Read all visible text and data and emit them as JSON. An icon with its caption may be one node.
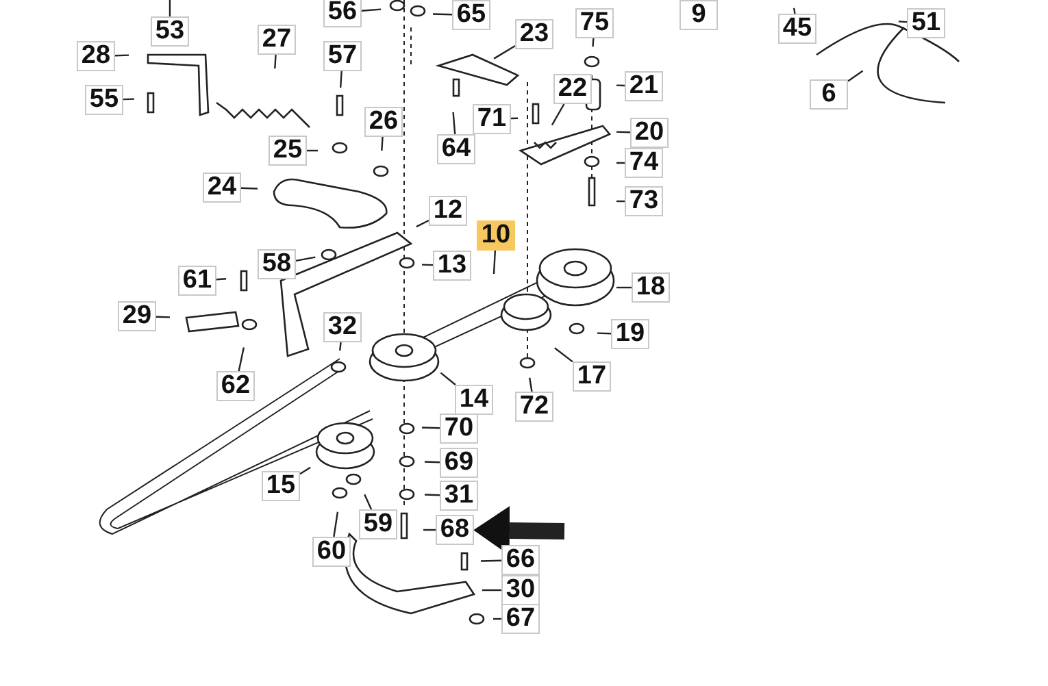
{
  "diagram": {
    "nodes": [
      {
        "text": [
          "56"
        ]
      },
      {
        "text": [
          "53"
        ]
      },
      {
        "text": [
          "65"
        ]
      },
      {
        "text": [
          "75"
        ]
      },
      {
        "text": [
          "9"
        ]
      },
      {
        "text": [
          "45"
        ]
      },
      {
        "text": [
          "51"
        ]
      },
      {
        "text": [
          "27"
        ]
      },
      {
        "text": [
          "23"
        ]
      },
      {
        "text": [
          "28"
        ]
      },
      {
        "text": [
          "57"
        ]
      },
      {
        "text": [
          "21"
        ]
      },
      {
        "text": [
          "6"
        ]
      },
      {
        "text": [
          "55"
        ]
      },
      {
        "text": [
          "71"
        ]
      },
      {
        "text": [
          "22"
        ]
      },
      {
        "text": [
          "26"
        ]
      },
      {
        "text": [
          "64"
        ]
      },
      {
        "text": [
          "20"
        ]
      },
      {
        "text": [
          "25"
        ]
      },
      {
        "text": [
          "74"
        ]
      },
      {
        "text": [
          "24"
        ]
      },
      {
        "text": [
          "73"
        ]
      },
      {
        "text": [
          "12"
        ]
      },
      {
        "text": [
          "10"
        ]
      },
      {
        "text": [
          "13"
        ]
      },
      {
        "text": [
          "58"
        ]
      },
      {
        "text": [
          "18"
        ]
      },
      {
        "text": [
          "61"
        ]
      },
      {
        "text": [
          "29"
        ]
      },
      {
        "text": [
          "32"
        ]
      },
      {
        "text": [
          "19"
        ]
      },
      {
        "text": [
          "62"
        ]
      },
      {
        "text": [
          "17"
        ]
      },
      {
        "text": [
          "14"
        ]
      },
      {
        "text": [
          "72"
        ]
      },
      {
        "text": [
          "70"
        ]
      },
      {
        "text": [
          "15"
        ]
      },
      {
        "text": [
          "69"
        ]
      },
      {
        "text": [
          "59"
        ]
      },
      {
        "text": [
          "31"
        ]
      },
      {
        "text": [
          "68"
        ]
      },
      {
        "text": [
          "60"
        ]
      },
      {
        "text": [
          "66"
        ]
      },
      {
        "text": [
          "30"
        ]
      },
      {
        "text": [
          "67"
        ]
      }
    ],
    "edges": [
      {
        "from": 0,
        "to": null,
        "arrow": "none"
      },
      {
        "from": 1,
        "to": null,
        "arrow": "none"
      },
      {
        "from": 2,
        "to": null,
        "arrow": "none"
      },
      {
        "from": 3,
        "to": null,
        "arrow": "none"
      },
      {
        "from": 5,
        "to": null,
        "arrow": "none"
      },
      {
        "from": 6,
        "to": null,
        "arrow": "none"
      },
      {
        "from": 7,
        "to": null,
        "arrow": "none"
      },
      {
        "from": 8,
        "to": null,
        "arrow": "none"
      },
      {
        "from": 9,
        "to": null,
        "arrow": "none"
      },
      {
        "from": 10,
        "to": null,
        "arrow": "none"
      },
      {
        "from": 11,
        "to": null,
        "arrow": "none"
      },
      {
        "from": 12,
        "to": null,
        "arrow": "none"
      },
      {
        "from": 13,
        "to": null,
        "arrow": "none"
      },
      {
        "from": 14,
        "to": null,
        "arrow": "none"
      },
      {
        "from": 15,
        "to": null,
        "arrow": "none"
      },
      {
        "from": 16,
        "to": null,
        "arrow": "none"
      },
      {
        "from": 17,
        "to": null,
        "arrow": "none"
      },
      {
        "from": 18,
        "to": null,
        "arrow": "none"
      },
      {
        "from": 19,
        "to": null,
        "arrow": "none"
      },
      {
        "from": 20,
        "to": null,
        "arrow": "none"
      },
      {
        "from": 21,
        "to": null,
        "arrow": "none"
      },
      {
        "from": 22,
        "to": null,
        "arrow": "none"
      },
      {
        "from": 23,
        "to": null,
        "arrow": "none"
      },
      {
        "from": 24,
        "to": null,
        "arrow": "none"
      },
      {
        "from": 25,
        "to": null,
        "arrow": "none"
      },
      {
        "from": 26,
        "to": null,
        "arrow": "none"
      },
      {
        "from": 27,
        "to": null,
        "arrow": "none"
      },
      {
        "from": 28,
        "to": null,
        "arrow": "none"
      },
      {
        "from": 29,
        "to": null,
        "arrow": "none"
      },
      {
        "from": 30,
        "to": null,
        "arrow": "none"
      },
      {
        "from": 31,
        "to": null,
        "arrow": "none"
      },
      {
        "from": 32,
        "to": null,
        "arrow": "none"
      },
      {
        "from": 33,
        "to": null,
        "arrow": "none"
      },
      {
        "from": 34,
        "to": null,
        "arrow": "none"
      },
      {
        "from": 35,
        "to": null,
        "arrow": "none"
      },
      {
        "from": 36,
        "to": null,
        "arrow": "none"
      },
      {
        "from": 37,
        "to": null,
        "arrow": "none"
      },
      {
        "from": 38,
        "to": null,
        "arrow": "none"
      },
      {
        "from": 39,
        "to": null,
        "arrow": "none"
      },
      {
        "from": 40,
        "to": null,
        "arrow": "none"
      },
      {
        "from": 41,
        "to": null,
        "arrow": "none"
      },
      {
        "from": 42,
        "to": null,
        "arrow": "none"
      },
      {
        "from": 43,
        "to": null,
        "arrow": "none"
      },
      {
        "from": 44,
        "to": null,
        "arrow": "none"
      },
      {
        "from": 45,
        "to": null,
        "arrow": "none"
      },
      {
        "from": null,
        "to": 41,
        "arrow": "to",
        "style": "thick"
      }
    ]
  }
}
